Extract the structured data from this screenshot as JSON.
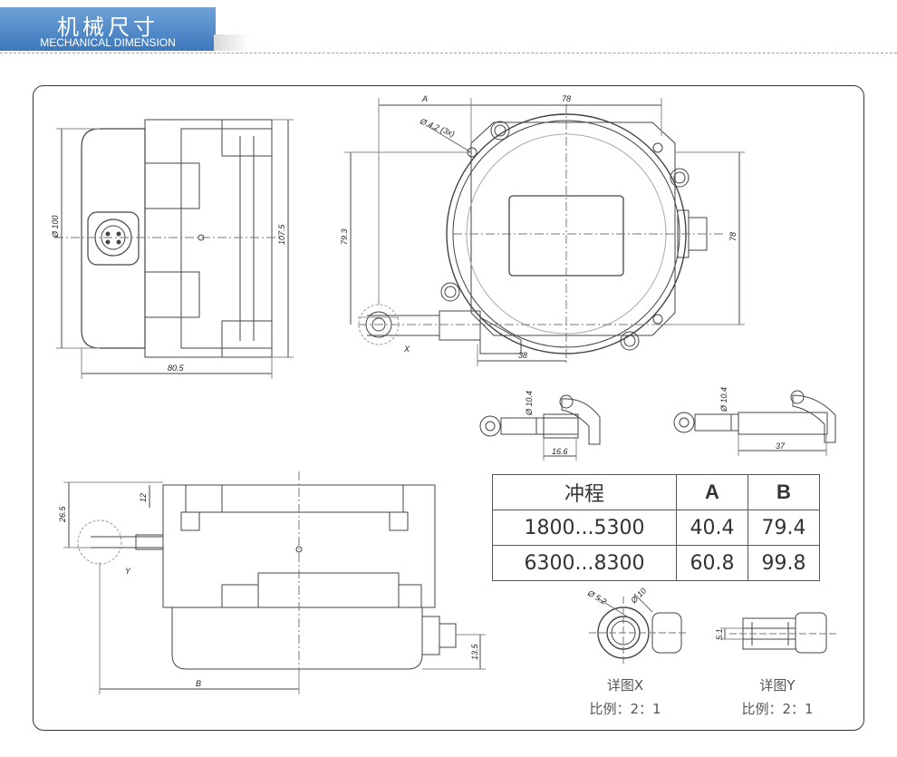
{
  "header": {
    "title": "机械尺寸",
    "subtitle": "MECHANICAL DIMENSION"
  },
  "dims": {
    "d100": "Ø 100",
    "h107": "107.5",
    "w80": "80.5",
    "a": "A",
    "w78": "78",
    "hole": "Ø 4.2 (3x)",
    "h79": "79.3",
    "v78": "78",
    "w38": "38",
    "x": "X",
    "d10a": "Ø 10.4",
    "w16": "16.6",
    "d10b": "Ø 10.4",
    "w37": "37",
    "h26": "26.5",
    "h12": "12",
    "y": "Y",
    "b": "B",
    "h13": "13.5",
    "d52": "Ø 5.2",
    "d10": "Ø 10",
    "h51": "5.1"
  },
  "table": {
    "header": [
      "冲程",
      "A",
      "B"
    ],
    "rows": [
      [
        "1800...5300",
        "40.4",
        "79.4"
      ],
      [
        "6300...8300",
        "60.8",
        "99.8"
      ]
    ]
  },
  "captions": {
    "x_title": "详图X",
    "x_scale": "比例：2：1",
    "y_title": "详图Y",
    "y_scale": "比例：2：1"
  }
}
